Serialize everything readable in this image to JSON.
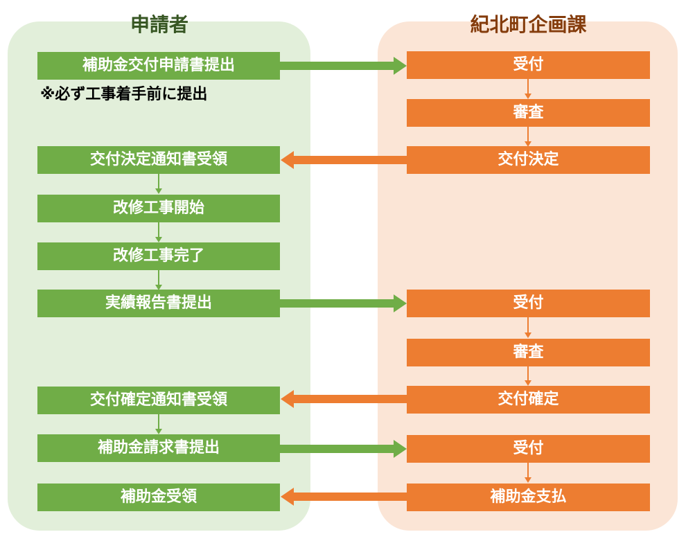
{
  "lanes": {
    "applicant": "申請者",
    "office": "紀北町企画課"
  },
  "note": "※必ず工事着手前に提出",
  "applicant_steps": {
    "s1": "補助金交付申請書提出",
    "s2": "交付決定通知書受領",
    "s3": "改修工事開始",
    "s4": "改修工事完了",
    "s5": "実績報告書提出",
    "s6": "交付確定通知書受領",
    "s7": "補助金請求書提出",
    "s8": "補助金受領"
  },
  "office_steps": {
    "o1": "受付",
    "o2": "審査",
    "o3": "交付決定",
    "o4": "受付",
    "o5": "審査",
    "o6": "交付確定",
    "o7": "受付",
    "o8": "補助金支払"
  },
  "colors": {
    "applicant_box": "#70ad47",
    "applicant_lane": "#e2efda",
    "office_box": "#ed7d31",
    "office_lane": "#fbe5d6"
  }
}
